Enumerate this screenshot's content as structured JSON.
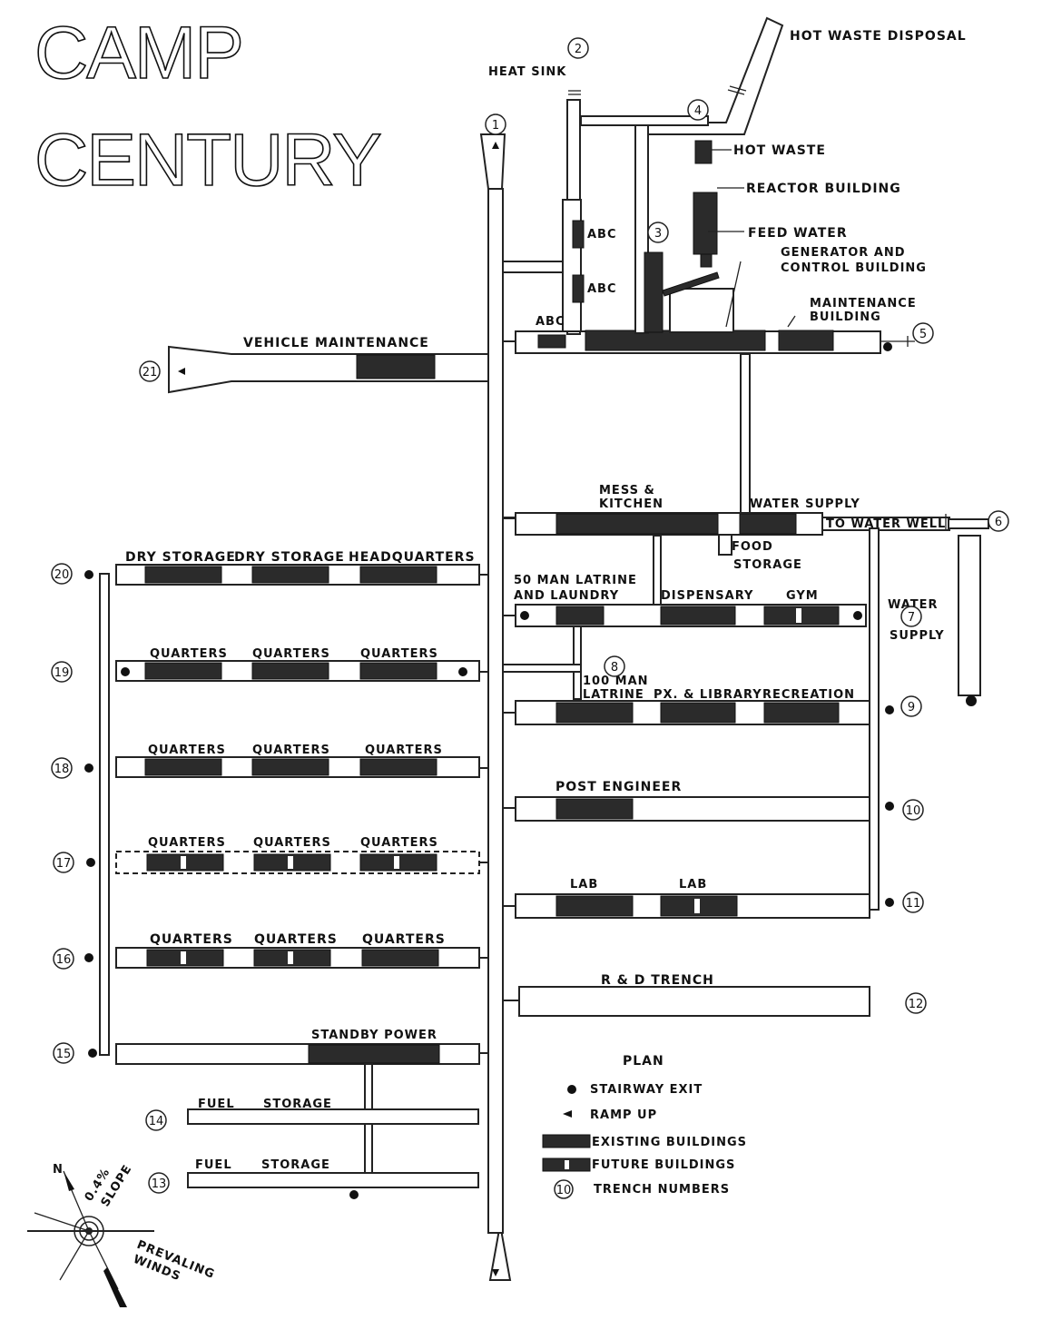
{
  "title": {
    "line1": "CAMP",
    "line2": "CENTURY"
  },
  "labels": {
    "hot_waste_disposal": "HOT WASTE DISPOSAL",
    "heat_sink": "HEAT SINK",
    "hot_waste": "HOT WASTE",
    "reactor_building": "REACTOR BUILDING",
    "feed_water": "FEED WATER",
    "generator_1": "GENERATOR AND",
    "generator_2": "CONTROL BUILDING",
    "abc1": "ABC",
    "abc2": "ABC",
    "abc3": "ABC",
    "maintenance_1": "MAINTENANCE",
    "maintenance_2": "BUILDING",
    "vehicle_maintenance": "VEHICLE MAINTENANCE",
    "mess_1": "MESS &",
    "mess_2": "KITCHEN",
    "water_supply_top": "WATER SUPPLY",
    "to_water_well": "TO WATER WELL",
    "food_1": "FOOD",
    "food_2": "STORAGE",
    "latrine50_1": "50 MAN LATRINE",
    "latrine50_2": "AND LAUNDRY",
    "dispensary": "DISPENSARY",
    "gym": "GYM",
    "water_supply_1": "WATER",
    "water_supply_2": "SUPPLY",
    "latrine100_1": "100 MAN",
    "latrine100_2": "LATRINE",
    "px_library": "PX. & LIBRARY",
    "recreation": "RECREATION",
    "post_engineer": "POST ENGINEER",
    "lab1": "LAB",
    "lab2": "LAB",
    "rd_trench": "R & D TRENCH",
    "dry_storage1": "DRY STORAGE",
    "dry_storage2": "DRY STORAGE",
    "headquarters": "HEADQUARTERS",
    "quarters": "QUARTERS",
    "standby_power": "STANDBY POWER",
    "fuel1_a": "FUEL",
    "fuel1_b": "STORAGE",
    "fuel2_a": "FUEL",
    "fuel2_b": "STORAGE"
  },
  "trench_numbers": [
    "1",
    "2",
    "3",
    "4",
    "5",
    "6",
    "7",
    "8",
    "9",
    "10",
    "11",
    "12",
    "13",
    "14",
    "15",
    "16",
    "17",
    "18",
    "19",
    "20",
    "21"
  ],
  "legend": {
    "title": "PLAN",
    "stairway": "STAIRWAY EXIT",
    "ramp": "RAMP UP",
    "existing": "EXISTING BUILDINGS",
    "future": "FUTURE BUILDINGS",
    "trench_num_sample": "10",
    "trench_numbers": "TRENCH NUMBERS"
  },
  "compass": {
    "north": "N",
    "slope_1": "0.4%",
    "slope_2": "SLOPE",
    "winds_1": "PREVALING",
    "winds_2": "WINDS"
  }
}
